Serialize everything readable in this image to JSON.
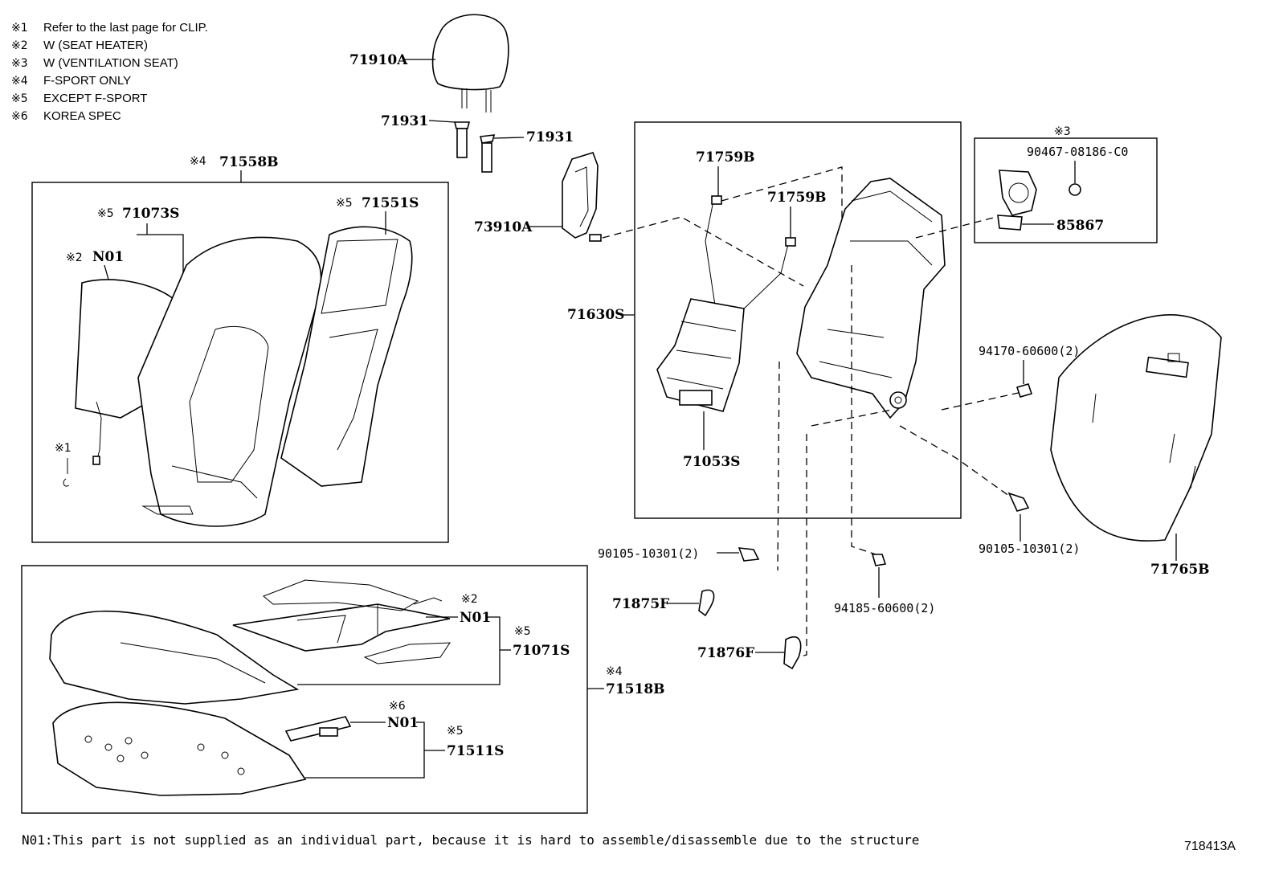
{
  "notes": [
    {
      "mark": "※1",
      "text": "Refer to the last page for CLIP."
    },
    {
      "mark": "※2",
      "text": "W (SEAT  HEATER)"
    },
    {
      "mark": "※3",
      "text": "W (VENTILATION  SEAT)"
    },
    {
      "mark": "※4",
      "text": "F-SPORT  ONLY"
    },
    {
      "mark": "※5",
      "text": "EXCEPT  F-SPORT"
    },
    {
      "mark": "※6",
      "text": "KOREA SPEC"
    }
  ],
  "marks": {
    "m1": "※1",
    "m2": "※2",
    "m3": "※3",
    "m4": "※4",
    "m5": "※5",
    "m6": "※6"
  },
  "parts": {
    "p71910A": "71910A",
    "p71931": "71931",
    "p73910A": "73910A",
    "p71558B": "71558B",
    "p71073S": "71073S",
    "p71551S": "71551S",
    "pN01": "N01",
    "p71759B": "71759B",
    "p71630S": "71630S",
    "p71053S": "71053S",
    "p90467": "90467-08186-C0",
    "p85867": "85867",
    "p94170": "94170-60600(2)",
    "p90105": "90105-10301(2)",
    "p94185": "94185-60600(2)",
    "p71765B": "71765B",
    "p71875F": "71875F",
    "p71876F": "71876F",
    "p71071S": "71071S",
    "p71518B": "71518B",
    "p71511S": "71511S"
  },
  "footer": {
    "note": "N01:This part is not supplied as an individual part, because it is hard to assemble/disassemble due to the structure",
    "code": "718413A"
  }
}
